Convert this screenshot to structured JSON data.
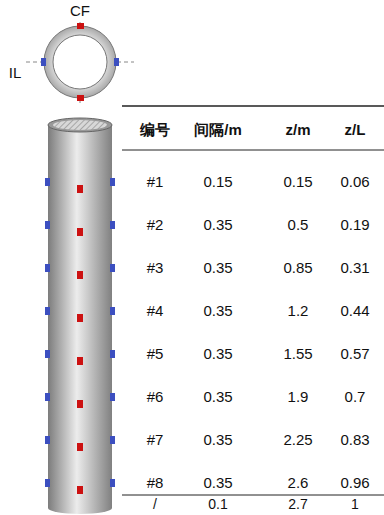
{
  "diagram": {
    "labels": [
      "CF",
      "IL",
      "编号",
      "间隔/m",
      "z/m",
      "z/L",
      "#1",
      "0.15",
      "0.15",
      "0.06",
      "#2",
      "0.35",
      "0.5",
      "0.19",
      "#3",
      "0.35",
      "0.85",
      "0.31",
      "#4",
      "0.35",
      "1.2",
      "0.44",
      "#5",
      "0.35",
      "1.55",
      "0.57",
      "#6",
      "0.35",
      "1.9",
      "0.7",
      "#7",
      "0.35",
      "2.25",
      "0.83",
      "#8",
      "0.35",
      "2.6",
      "0.96",
      "/",
      "0.1",
      "2.7",
      "1"
    ]
  }
}
